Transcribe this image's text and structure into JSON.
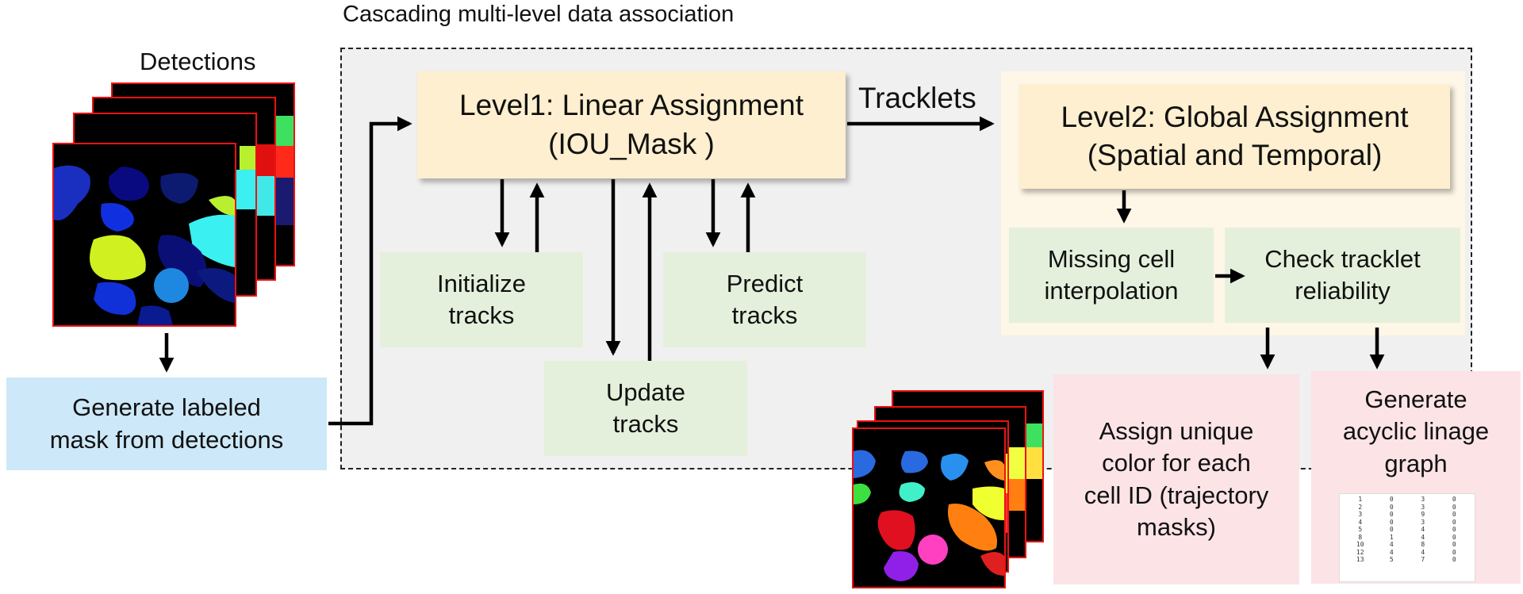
{
  "title": "Cascading multi-level data association",
  "detections_label": "Detections",
  "generate_box": {
    "line1": "Generate labeled",
    "line2": "mask from detections"
  },
  "level1": {
    "line1": "Level1: Linear Assignment",
    "line2": "(IOU_Mask )"
  },
  "tracklets_label": "Tracklets",
  "level2": {
    "line1": "Level2: Global Assignment",
    "line2": "(Spatial and Temporal)"
  },
  "initialize": {
    "line1": "Initialize",
    "line2": "tracks"
  },
  "predict": {
    "line1": "Predict",
    "line2": "tracks"
  },
  "update": {
    "line1": "Update",
    "line2": "tracks"
  },
  "missing": {
    "line1": "Missing cell",
    "line2": "interpolation"
  },
  "check": {
    "line1": "Check tracklet",
    "line2": "reliability"
  },
  "assign": {
    "line1": "Assign unique",
    "line2": "color for each",
    "line3": "cell ID (trajectory",
    "line4": "masks)"
  },
  "acyclic": {
    "line1": "Generate",
    "line2": "acyclic linage",
    "line3": "graph"
  },
  "lineage_table": [
    [
      "1",
      "0",
      "3",
      "0"
    ],
    [
      "2",
      "0",
      "3",
      "0"
    ],
    [
      "3",
      "0",
      "9",
      "0"
    ],
    [
      "4",
      "0",
      "3",
      "0"
    ],
    [
      "5",
      "0",
      "4",
      "0"
    ],
    [
      "8",
      "1",
      "4",
      "0"
    ],
    [
      "10",
      "4",
      "8",
      "0"
    ],
    [
      "12",
      "4",
      "4",
      "0"
    ],
    [
      "13",
      "5",
      "7",
      "0"
    ]
  ],
  "colors": {
    "dashed_bg": "#f0f0f0",
    "level_box": "#fdefcf",
    "green_box": "#e4f0dc",
    "blue_box": "#cde8f8",
    "pink_box": "#fbe3e6",
    "frame_border": "#ee1111"
  }
}
